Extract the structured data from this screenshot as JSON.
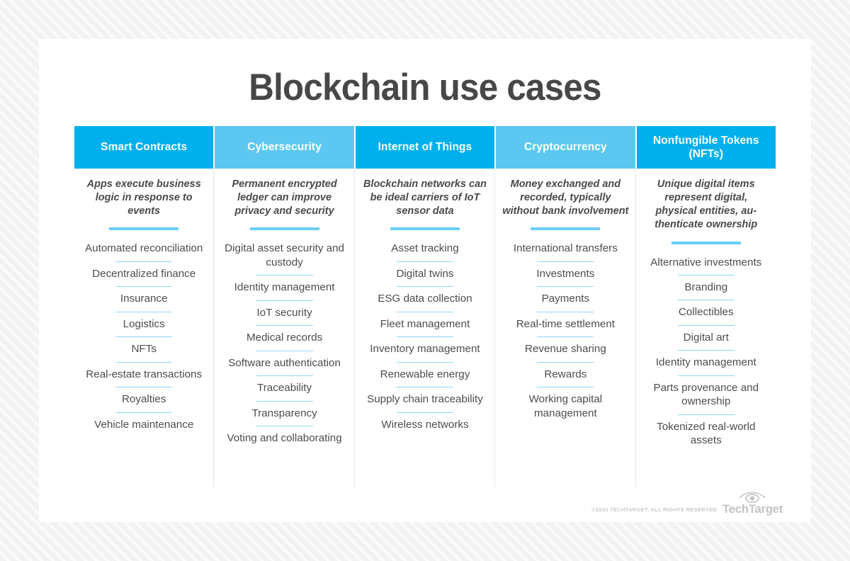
{
  "page": {
    "title": "Blockchain use cases",
    "background_pattern": "diagonal-stripes",
    "card_background": "#ffffff"
  },
  "colors": {
    "header_dark": "#00b0ec",
    "header_light": "#5cc8f2",
    "thick_rule": "#6bcdf5",
    "thin_rule": "#8fd6f7",
    "title_text": "#474747",
    "body_text": "#4d4d4d",
    "footer_text": "#c9c9c9"
  },
  "columns": [
    {
      "header": "Smart Contracts",
      "header_color": "#00b0ec",
      "description": "Apps execute business logic in response to events",
      "items": [
        "Automated reconciliation",
        "Decentralized finance",
        "Insurance",
        "Logistics",
        "NFTs",
        "Real-estate transactions",
        "Royalties",
        "Vehicle maintenance"
      ]
    },
    {
      "header": "Cybersecurity",
      "header_color": "#5cc8f2",
      "description": "Permanent encrypted ledger can improve privacy and security",
      "items": [
        "Digital asset security and custody",
        "Identity management",
        "IoT security",
        "Medical records",
        "Software authentication",
        "Traceability",
        "Transparency",
        "Voting and collaborating"
      ]
    },
    {
      "header": "Internet of Things",
      "header_color": "#00b0ec",
      "description": "Blockchain networks can be ideal carriers of IoT sensor data",
      "items": [
        "Asset tracking",
        "Digital twins",
        "ESG data collection",
        "Fleet management",
        "Inventory management",
        "Renewable energy",
        "Supply chain traceability",
        "Wireless networks"
      ]
    },
    {
      "header": "Cryptocurrency",
      "header_color": "#5cc8f2",
      "description": "Money exchanged and recorded, typically without bank involvement",
      "items": [
        "International transfers",
        "Investments",
        "Payments",
        "Real-time settlement",
        "Revenue sharing",
        "Rewards",
        "Working capital management"
      ]
    },
    {
      "header": "Nonfungible Tokens (NFTs)",
      "header_color": "#00b0ec",
      "description": "Unique digital items represent digital, physical entities, au-thenticate ownership",
      "items": [
        "Alternative investments",
        "Branding",
        "Collectibles",
        "Digital art",
        "Identity management",
        "Parts provenance and ownership",
        "Tokenized real-world assets"
      ]
    }
  ],
  "footer": {
    "copyright": "©2023 TECHTARGET. ALL RIGHTS RESERVED",
    "logo_text": "TechTarget",
    "logo_icon": "eye-icon"
  }
}
